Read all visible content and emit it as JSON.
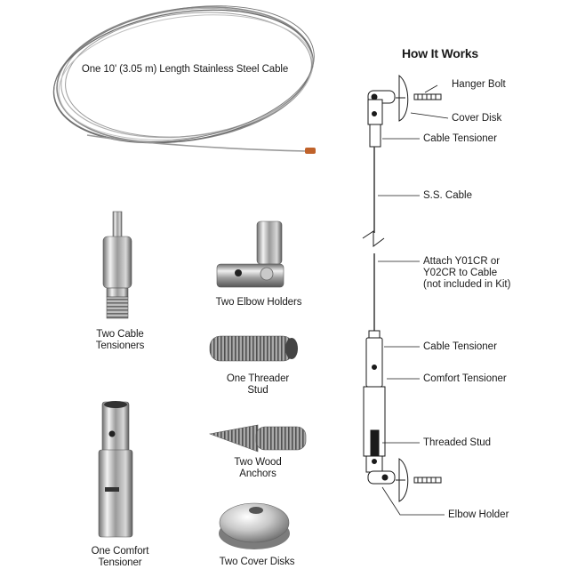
{
  "cable_label": "One 10' (3.05 m) Length Stainless Steel Cable",
  "parts": {
    "cable_tensioners": [
      "Two Cable",
      "Tensioners"
    ],
    "elbow_holders": [
      "Two Elbow Holders"
    ],
    "threader_stud": [
      "One Threader",
      "Stud"
    ],
    "comfort_tensioner": [
      "One Comfort",
      "Tensioner"
    ],
    "wood_anchors": [
      "Two Wood",
      "Anchors"
    ],
    "cover_disks": [
      "Two Cover Disks"
    ]
  },
  "how_it_works": {
    "title": "How It Works",
    "labels": {
      "hanger_bolt": "Hanger Bolt",
      "cover_disk": "Cover Disk",
      "cable_tensioner_top": "Cable Tensioner",
      "ss_cable": "S.S. Cable",
      "attach_line1": "Attach Y01CR or",
      "attach_line2": "Y02CR to Cable",
      "attach_line3": "(not included in Kit)",
      "cable_tensioner_bottom": "Cable Tensioner",
      "comfort_tensioner": "Comfort Tensioner",
      "threaded_stud": "Threaded Stud",
      "elbow_holder": "Elbow Holder"
    }
  }
}
